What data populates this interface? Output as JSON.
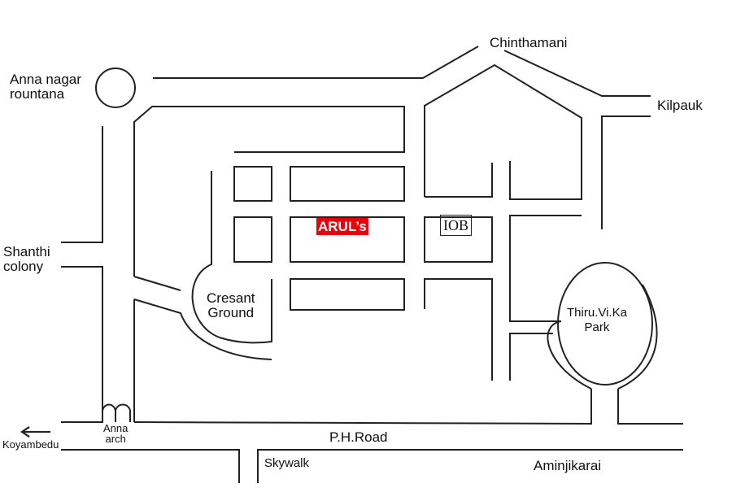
{
  "places": {
    "anna_nagar": "Anna nagar\nrountana",
    "anna_nagar_1": "Anna nagar",
    "anna_nagar_2": "rountana",
    "chinthamani": "Chinthamani",
    "kilpauk": "Kilpauk",
    "shanthi_1": "Shanthi",
    "shanthi_2": "colony",
    "arul": "ARUL’s",
    "iob": "IOB",
    "cresant_1": "Cresant",
    "cresant_2": "Ground",
    "park_1": "Thiru.Vi.Ka",
    "park_2": "Park",
    "anna_arch_1": "Anna",
    "anna_arch_2": "arch",
    "koyambedu": "Koyambedu",
    "ph_road": "P.H.Road",
    "skywalk": "Skywalk",
    "aminjikarai": "Aminjikarai"
  },
  "colors": {
    "highlight": "#e8000b",
    "line": "#222222"
  }
}
